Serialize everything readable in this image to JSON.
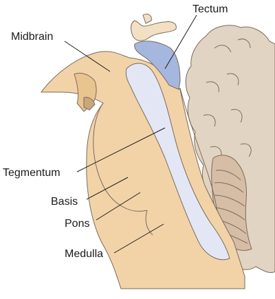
{
  "labels": {
    "tectum": "Tectum",
    "midbrain": "Midbrain",
    "tegmentum": "Tegmentum",
    "basis": "Basis",
    "pons": "Pons",
    "medulla": "Medulla"
  },
  "colors": {
    "brainstem": "#f2d3a8",
    "ventricle": "#e3e7f5",
    "tectum": "#a5b6df",
    "cerebellum": "#e2d4c2",
    "folia": "#d6bda6",
    "outline": "#7a6a5a",
    "text": "#1a1a1a"
  }
}
